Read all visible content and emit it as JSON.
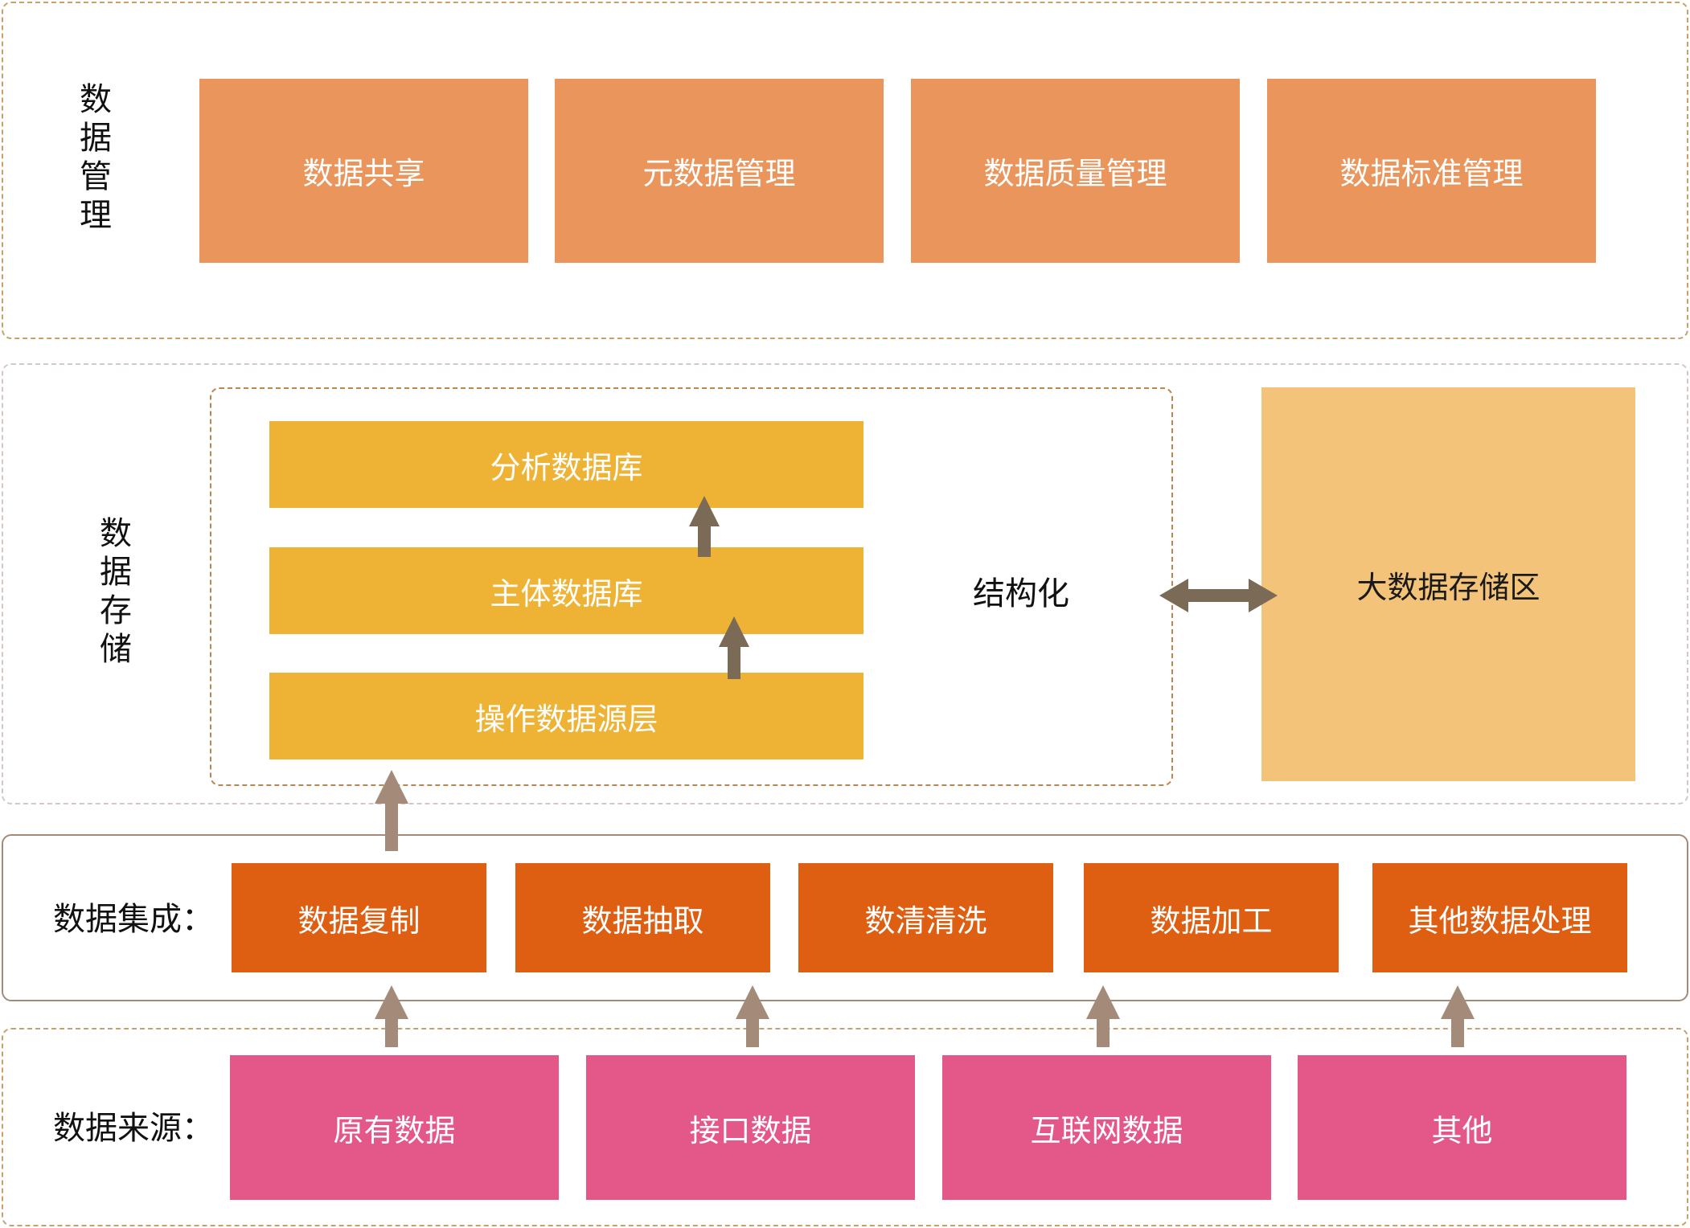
{
  "layers": {
    "management": {
      "label": "数据管理",
      "items": [
        "数据共享",
        "元数据管理",
        "数据质量管理",
        "数据标准管理"
      ]
    },
    "storage": {
      "label": "数据存储",
      "structured_label": "结构化",
      "databases": [
        "分析数据库",
        "主体数据库",
        "操作数据源层"
      ],
      "big_data": "大数据存储区"
    },
    "integration": {
      "label": "数据集成：",
      "items": [
        "数据复制",
        "数据抽取",
        "数清清洗",
        "数据加工",
        "其他数据处理"
      ]
    },
    "sources": {
      "label": "数据来源：",
      "items": [
        "原有数据",
        "接口数据",
        "互联网数据",
        "其他"
      ]
    }
  },
  "colors": {
    "management": "#ea955c",
    "database": "#eeb334",
    "big_data": "#f4c37a",
    "integration": "#df5f12",
    "source": "#e45789",
    "arrow_dark": "#7a6a56",
    "arrow_light": "#a48a78"
  }
}
